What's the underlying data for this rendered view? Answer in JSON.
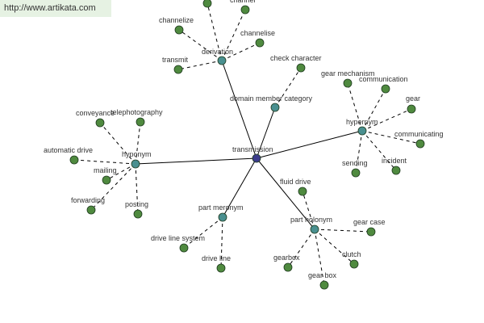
{
  "watermark": "http://www.artikata.com",
  "colors": {
    "root": "#3c3c8c",
    "relation": "#4a9090",
    "leaf": "#4f8a3f",
    "relation_edge": "#000000",
    "leaf_edge": "#000000"
  },
  "nodes": [
    {
      "id": "transmission",
      "label": "transmission",
      "kind": "root"
    },
    {
      "id": "derivation",
      "label": "derivation",
      "kind": "relation"
    },
    {
      "id": "domain-member-category",
      "label": "domain member category",
      "kind": "relation"
    },
    {
      "id": "hypernym",
      "label": "hypernym",
      "kind": "relation"
    },
    {
      "id": "hyponym",
      "label": "hyponym",
      "kind": "relation"
    },
    {
      "id": "part-meronym",
      "label": "part meronym",
      "kind": "relation"
    },
    {
      "id": "part-holonym",
      "label": "part holonym",
      "kind": "relation"
    },
    {
      "id": "channel",
      "label": "channel",
      "kind": "leaf"
    },
    {
      "id": "channelize",
      "label": "channelize",
      "kind": "leaf"
    },
    {
      "id": "channelise",
      "label": "channelise",
      "kind": "leaf"
    },
    {
      "id": "transmit",
      "label": "transmit",
      "kind": "leaf"
    },
    {
      "id": "d-top",
      "label": "",
      "kind": "leaf"
    },
    {
      "id": "check-character",
      "label": "check character",
      "kind": "leaf"
    },
    {
      "id": "gear-mechanism",
      "label": "gear mechanism",
      "kind": "leaf"
    },
    {
      "id": "communication",
      "label": "communication",
      "kind": "leaf"
    },
    {
      "id": "gear",
      "label": "gear",
      "kind": "leaf"
    },
    {
      "id": "communicating",
      "label": "communicating",
      "kind": "leaf"
    },
    {
      "id": "incident",
      "label": "incident",
      "kind": "leaf"
    },
    {
      "id": "sending",
      "label": "sending",
      "kind": "leaf"
    },
    {
      "id": "conveyance",
      "label": "conveyance",
      "kind": "leaf"
    },
    {
      "id": "telephotography",
      "label": "telephotography",
      "kind": "leaf"
    },
    {
      "id": "automatic-drive",
      "label": "automatic drive",
      "kind": "leaf"
    },
    {
      "id": "mailing",
      "label": "mailing",
      "kind": "leaf"
    },
    {
      "id": "forwarding",
      "label": "forwarding",
      "kind": "leaf"
    },
    {
      "id": "posting",
      "label": "posting",
      "kind": "leaf"
    },
    {
      "id": "drive-line-system",
      "label": "drive line system",
      "kind": "leaf"
    },
    {
      "id": "drive-line",
      "label": "drive line",
      "kind": "leaf"
    },
    {
      "id": "fluid-drive",
      "label": "fluid drive",
      "kind": "leaf"
    },
    {
      "id": "gear-case",
      "label": "gear case",
      "kind": "leaf"
    },
    {
      "id": "gearbox",
      "label": "gearbox",
      "kind": "leaf"
    },
    {
      "id": "clutch",
      "label": "clutch",
      "kind": "leaf"
    },
    {
      "id": "gear-box",
      "label": "gear box",
      "kind": "leaf"
    }
  ],
  "edges": [
    {
      "from": "transmission",
      "to": "derivation",
      "style": "solid"
    },
    {
      "from": "transmission",
      "to": "domain-member-category",
      "style": "solid"
    },
    {
      "from": "transmission",
      "to": "hypernym",
      "style": "solid"
    },
    {
      "from": "transmission",
      "to": "hyponym",
      "style": "solid"
    },
    {
      "from": "transmission",
      "to": "part-meronym",
      "style": "solid"
    },
    {
      "from": "transmission",
      "to": "part-holonym",
      "style": "solid"
    },
    {
      "from": "derivation",
      "to": "channel",
      "style": "dashed"
    },
    {
      "from": "derivation",
      "to": "channelize",
      "style": "dashed"
    },
    {
      "from": "derivation",
      "to": "channelise",
      "style": "dashed"
    },
    {
      "from": "derivation",
      "to": "transmit",
      "style": "dashed"
    },
    {
      "from": "derivation",
      "to": "d-top",
      "style": "dashed"
    },
    {
      "from": "domain-member-category",
      "to": "check-character",
      "style": "dashed"
    },
    {
      "from": "hypernym",
      "to": "gear-mechanism",
      "style": "dashed"
    },
    {
      "from": "hypernym",
      "to": "communication",
      "style": "dashed"
    },
    {
      "from": "hypernym",
      "to": "gear",
      "style": "dashed"
    },
    {
      "from": "hypernym",
      "to": "communicating",
      "style": "dashed"
    },
    {
      "from": "hypernym",
      "to": "incident",
      "style": "dashed"
    },
    {
      "from": "hypernym",
      "to": "sending",
      "style": "dashed"
    },
    {
      "from": "hyponym",
      "to": "conveyance",
      "style": "dashed"
    },
    {
      "from": "hyponym",
      "to": "telephotography",
      "style": "dashed"
    },
    {
      "from": "hyponym",
      "to": "automatic-drive",
      "style": "dashed"
    },
    {
      "from": "hyponym",
      "to": "mailing",
      "style": "dashed"
    },
    {
      "from": "hyponym",
      "to": "forwarding",
      "style": "dashed"
    },
    {
      "from": "hyponym",
      "to": "posting",
      "style": "dashed"
    },
    {
      "from": "part-meronym",
      "to": "drive-line-system",
      "style": "dashed"
    },
    {
      "from": "part-meronym",
      "to": "drive-line",
      "style": "dashed"
    },
    {
      "from": "part-holonym",
      "to": "fluid-drive",
      "style": "dashed"
    },
    {
      "from": "part-holonym",
      "to": "gear-case",
      "style": "dashed"
    },
    {
      "from": "part-holonym",
      "to": "gearbox",
      "style": "dashed"
    },
    {
      "from": "part-holonym",
      "to": "clutch",
      "style": "dashed"
    },
    {
      "from": "part-holonym",
      "to": "gear-box",
      "style": "dashed"
    }
  ]
}
